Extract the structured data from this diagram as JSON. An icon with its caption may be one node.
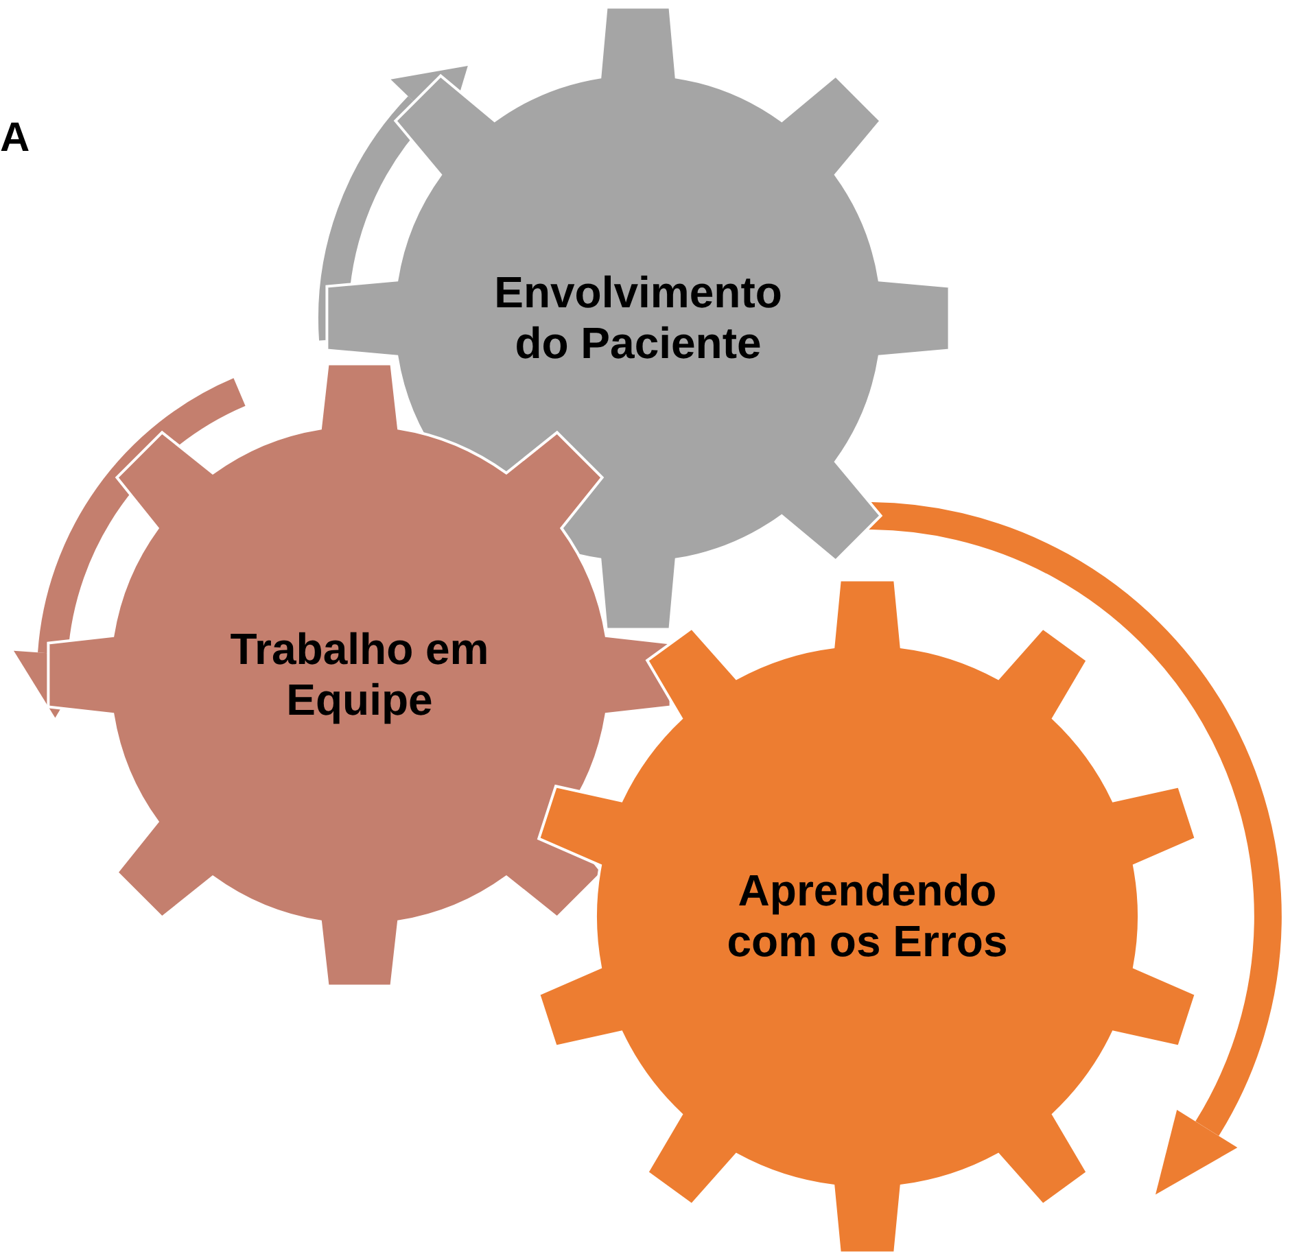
{
  "diagram": {
    "nodes": [
      {
        "text": [
          "Envolvimento do Paciente"
        ]
      },
      {
        "text": [
          "Trabalho em Equipe"
        ]
      },
      {
        "text": [
          "Aprendendo com os Erros"
        ]
      }
    ],
    "labels": [
      "A"
    ]
  }
}
